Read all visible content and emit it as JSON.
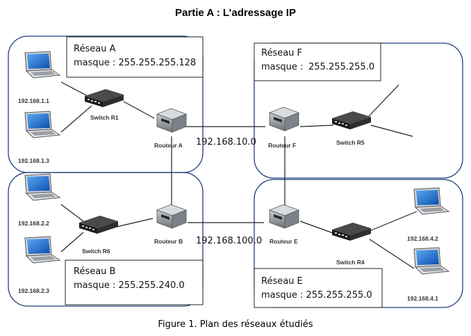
{
  "title": "Partie A : L’adressage IP",
  "caption": "Figure 1.  Plan des réseaux étudiés",
  "networks": {
    "a": {
      "name": "Réseau A",
      "mask": "masque : 255.255.255.128"
    },
    "f": {
      "name": "Réseau F",
      "mask_label": "masque :",
      "mask_value": "255.255.255.0"
    },
    "b": {
      "name": "Réseau B",
      "mask": "masque : 255.255.240.0"
    },
    "e": {
      "name": "Réseau E",
      "mask": "masque : 255.255.255.0"
    }
  },
  "links": {
    "af": "192.168.10.0",
    "be": "192.168.100.0"
  },
  "devices": {
    "pc_a1": "192.168.1.1",
    "pc_a3": "192.168.1.3",
    "switch_r1": "Switch R1",
    "router_a": "Routeur A",
    "router_f": "Routeur F",
    "switch_r5": "Switch R5",
    "pc_b2": "192.168.2.2",
    "pc_b3": "192.168.2.3",
    "switch_r6": "Switch R6",
    "router_b": "Routeur B",
    "router_e": "Routeur E",
    "switch_r4": "Switch R4",
    "pc_e2": "192.168.4.2",
    "pc_e1": "192.168.4.1"
  },
  "colors": {
    "network_border": "#1f3d7a",
    "cable": "#222222",
    "laptop_screen": "#1f6fd1",
    "device_body": "#2a2a2a",
    "router_body": "#8a9096"
  }
}
